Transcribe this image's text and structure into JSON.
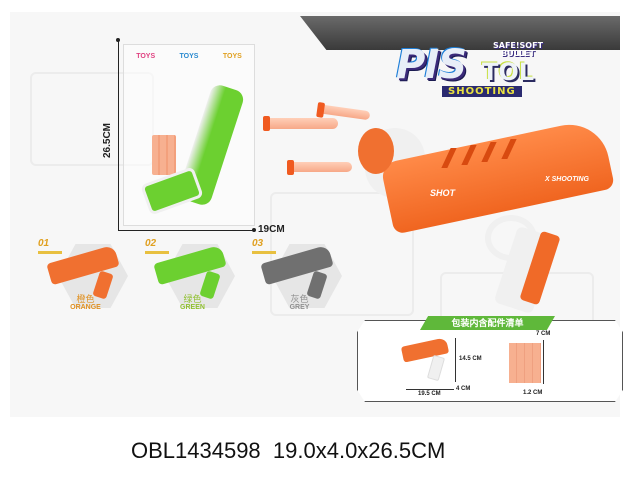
{
  "product": {
    "logo": {
      "title_big": "PIS",
      "title_small": "TOL",
      "tagline_top": "SAFE!SOFT",
      "tagline_bottom": "BULLET",
      "subtitle": "SHOOTING"
    },
    "package": {
      "header_brand": [
        "TOYS",
        "TOYS",
        "TOYS"
      ],
      "height_label": "26.5CM",
      "width_label": "19CM"
    },
    "main_gun": {
      "side_text": "SHOT",
      "badge_text": "X SHOOTING",
      "colors": {
        "orange": "#f06520",
        "white": "#f0f0f0",
        "dart": "#f7a888",
        "dart_tip": "#f05a20"
      }
    },
    "variants": [
      {
        "num": "01",
        "cn": "橙色",
        "en": "ORANGE",
        "color": "#f07030",
        "label_color": "#e09020"
      },
      {
        "num": "02",
        "cn": "绿色",
        "en": "GREEN",
        "color": "#6cd030",
        "label_color": "#90c030"
      },
      {
        "num": "03",
        "cn": "灰色",
        "en": "GREY",
        "color": "#707070",
        "label_color": "#909090"
      }
    ],
    "contents": {
      "title": "包装内含配件清单",
      "gun_height": "14.5 CM",
      "gun_length": "19.5 CM",
      "gun_depth": "4 CM",
      "dart_length": "7 CM",
      "dart_diameter": "1.2 CM"
    },
    "caption": {
      "item_code": "OBL1434598",
      "size": "19.0x4.0x26.5CM"
    }
  }
}
